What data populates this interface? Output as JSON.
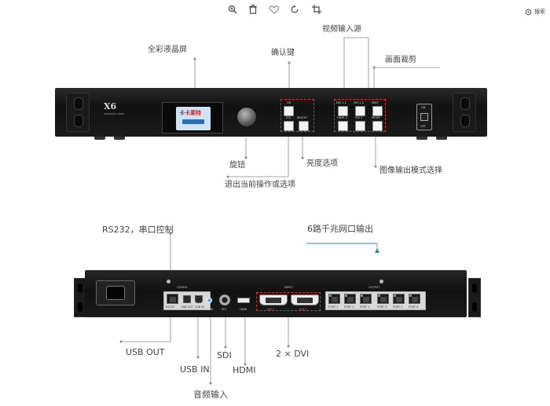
{
  "toolbar": {
    "icons": [
      "zoom-in-icon",
      "delete-icon",
      "favorite-icon",
      "rotate-icon",
      "crop-icon",
      "search-icon"
    ],
    "search_label": "搜索"
  },
  "front_panel": {
    "model": "X6",
    "model_sub": "SEAMLESS VIDEO",
    "lcd_logo": "卡卡莱特",
    "buttons": {
      "ok": "OK",
      "esc": "ESC",
      "bright": "BRIGHT",
      "dvi1": "DVI 1-1",
      "dvi2": "DVI 1-2",
      "part": "PART",
      "hdmi": "HDMI 2",
      "sdi": "SDI 3",
      "mode": "MODE"
    },
    "power_on": "ON",
    "power_off": "OFF"
  },
  "front_annotations": {
    "lcd": "全彩液晶屏",
    "confirm": "确认键",
    "video_source": "视频输入源",
    "crop": "画面裁剪",
    "knob": "旋钮",
    "brightness": "亮度选项",
    "exit": "退出当前操作或选项",
    "image_mode": "图像输出模式选择"
  },
  "rear_panel": {
    "config": "CONFIG",
    "input": "INPUT",
    "output": "OUTPUT",
    "port_labels": {
      "rs232": "RS232",
      "usb_out": "USB OUT",
      "usb_in": "USB IN",
      "audio": "AUDIO",
      "sdi": "SDI",
      "hdmi": "HDMI",
      "dvi1": "DVI 1",
      "dvi2": "DVI 2",
      "ports": [
        "PORT 1",
        "PORT 2",
        "PORT 3",
        "PORT 4",
        "PORT 5",
        "PORT 6"
      ]
    }
  },
  "rear_annotations": {
    "rs232": "RS232，串口控制",
    "gigabit": "6路千兆网口输出",
    "usb_out": "USB OUT",
    "usb_in": "USB IN",
    "sdi": "SDI",
    "hdmi": "HDMI",
    "dvi": "2 × DVI",
    "audio": "音频输入"
  },
  "colors": {
    "accent_line": "#2f7fc8",
    "marker_red": "#d33333",
    "device_body": "#141414"
  }
}
